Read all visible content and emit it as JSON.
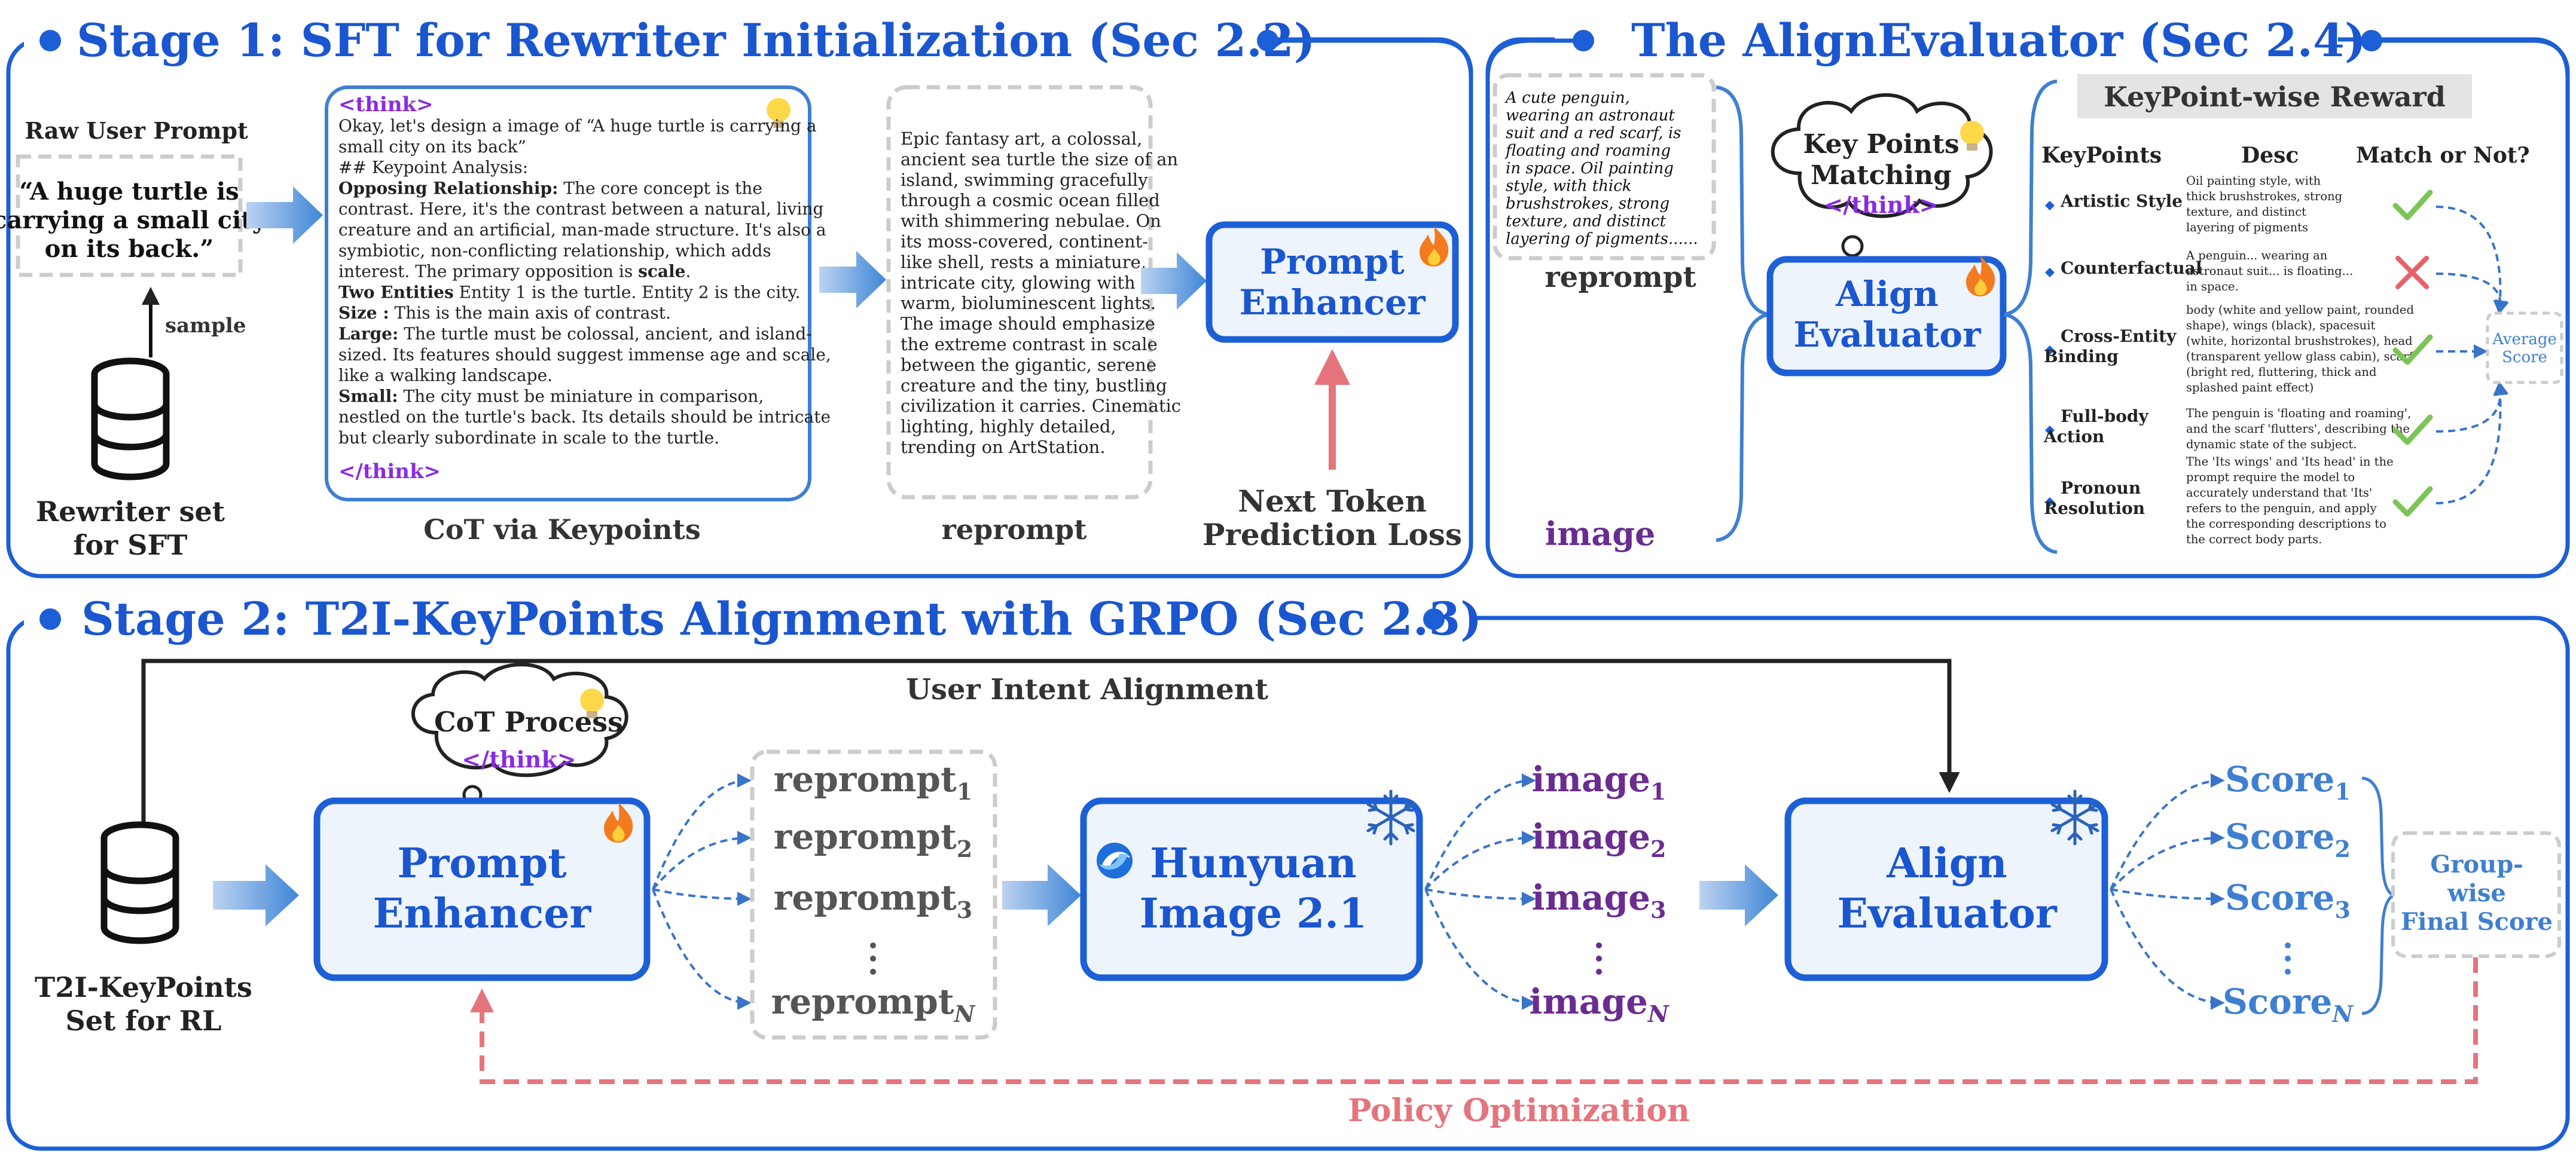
{
  "stage1": {
    "title": "Stage 1: SFT for Rewriter Initialization (Sec 2.2)",
    "raw_prompt_label": "Raw User Prompt",
    "raw_prompt_lines": [
      "“A huge turtle is",
      "carrying a small city",
      "on its back.”"
    ],
    "sample_label": "sample",
    "rewriter_set_lines": [
      "Rewriter set",
      "for  SFT"
    ],
    "cot_caption": "CoT via Keypoints",
    "cot_box": {
      "think_open": "<think>",
      "think_close": "</think>",
      "lines": [
        [
          {
            "t": "Okay, let's design a image of “A huge turtle is carrying a"
          }
        ],
        [
          {
            "t": "small city on its back”"
          }
        ],
        [
          {
            "t": "## Keypoint Analysis:"
          }
        ],
        [
          {
            "t": "Opposing Relationship:",
            "b": true
          },
          {
            "t": " The core concept is the"
          }
        ],
        [
          {
            "t": "contrast. Here, it's the contrast between a natural, living"
          }
        ],
        [
          {
            "t": "creature and an artificial, man-made structure. It's also a"
          }
        ],
        [
          {
            "t": "symbiotic, non-conflicting relationship, which adds"
          }
        ],
        [
          {
            "t": "interest. The primary opposition is "
          },
          {
            "t": "scale",
            "b": true
          },
          {
            "t": "."
          }
        ],
        [
          {
            "t": "Two Entities",
            "b": true
          },
          {
            "t": " Entity 1 is the turtle. Entity 2 is the city."
          }
        ],
        [
          {
            "t": "Size :",
            "b": true
          },
          {
            "t": " This is the main axis of contrast."
          }
        ],
        [
          {
            "t": "Large:",
            "b": true
          },
          {
            "t": " The turtle must be colossal, ancient, and island-"
          }
        ],
        [
          {
            "t": "sized. Its features should suggest immense age and scale,"
          }
        ],
        [
          {
            "t": "like a walking landscape."
          }
        ],
        [
          {
            "t": "Small:",
            "b": true
          },
          {
            "t": " The city must be miniature in comparison,"
          }
        ],
        [
          {
            "t": "nestled on the turtle's back. Its details should be intricate"
          }
        ],
        [
          {
            "t": "but clearly subordinate in scale to the turtle."
          }
        ]
      ]
    },
    "reprompt_lines": [
      "Epic fantasy art, a colossal,",
      "ancient sea turtle the size of an",
      "island, swimming gracefully",
      "through a cosmic ocean filled",
      "with shimmering nebulae. On",
      "its moss-covered, continent-",
      "like shell, rests a miniature,",
      "intricate city, glowing with",
      "warm, bioluminescent lights.",
      "The image should emphasize",
      "the extreme contrast in scale",
      "between the gigantic, serene",
      "creature and the tiny, bustling",
      "civilization it carries. Cinematic",
      "lighting, highly detailed,",
      "trending on ArtStation."
    ],
    "reprompt_caption": "reprompt",
    "enhancer_lines": [
      "Prompt",
      "Enhancer"
    ],
    "loss_lines": [
      "Next Token",
      "Prediction Loss"
    ]
  },
  "align_eval": {
    "title": "The AlignEvaluator (Sec 2.4)",
    "reprompt_lines": [
      "A cute penguin,",
      "wearing an astronaut",
      "suit and a red scarf, is",
      "floating and roaming",
      "in space. Oil painting",
      "style, with thick",
      "brushstrokes, strong",
      "texture, and distinct",
      "layering of pigments......"
    ],
    "reprompt_caption": "reprompt",
    "image_label": "image",
    "cloud_lines": [
      "Key Points",
      "Matching"
    ],
    "cloud_think": "</think>",
    "evaluator_lines": [
      "Align",
      "Evaluator"
    ],
    "reward_title": "KeyPoint-wise Reward",
    "col_keypoints": "KeyPoints",
    "col_desc": "Desc",
    "col_match": "Match or Not?",
    "rows": [
      {
        "kp": [
          "Artistic Style"
        ],
        "desc": [
          "Oil painting style, with",
          "thick brushstrokes, strong",
          "texture, and distinct",
          "layering of pigments"
        ],
        "match": true
      },
      {
        "kp": [
          "Counterfactual"
        ],
        "desc": [
          "A penguin... wearing an",
          "astronaut suit... is floating...",
          "in space."
        ],
        "match": false
      },
      {
        "kp": [
          "Cross-Entity",
          "Binding"
        ],
        "desc": [
          "body (white and yellow paint, rounded",
          "shape), wings (black), spacesuit",
          "(white, horizontal brushstrokes), head",
          "(transparent yellow glass cabin), scarf",
          "(bright red, fluttering, thick and",
          "splashed paint effect)"
        ],
        "match": true
      },
      {
        "kp": [
          "Full-body",
          "Action"
        ],
        "desc": [
          "The penguin is 'floating and roaming',",
          "and the scarf 'flutters', describing the",
          "dynamic state of the subject."
        ],
        "match": true
      },
      {
        "kp": [
          "Pronoun",
          "Resolution"
        ],
        "desc": [
          "The 'Its wings' and 'Its head' in the",
          "prompt require the model to",
          "accurately understand that 'Its'",
          "refers to the penguin, and apply",
          "the corresponding descriptions to",
          "the correct body parts."
        ],
        "match": true
      }
    ],
    "average_lines": [
      "Average",
      "Score"
    ]
  },
  "stage2": {
    "title": "Stage 2: T2I-KeyPoints Alignment with GRPO (Sec 2.3)",
    "intent_label": "User Intent Alignment",
    "set_lines": [
      "T2I-KeyPoints",
      "Set for RL"
    ],
    "cot_cloud_lines": [
      "CoT Process"
    ],
    "cot_cloud_think": "</think>",
    "enhancer_lines": [
      "Prompt",
      "Enhancer"
    ],
    "reprompt_word": "reprompt",
    "reprompt_subs": [
      "1",
      "2",
      "3",
      "N"
    ],
    "hunyuan_lines": [
      "Hunyuan",
      "Image 2.1"
    ],
    "image_word": "image",
    "image_subs": [
      "1",
      "2",
      "3",
      "N"
    ],
    "evaluator_lines": [
      "Align",
      "Evaluator"
    ],
    "score_word": "Score",
    "score_subs": [
      "1",
      "2",
      "3",
      "N"
    ],
    "group_lines": [
      "Group-",
      "wise",
      "Final Score"
    ],
    "policy_label": "Policy  Optimization"
  },
  "colors": {
    "panel_border": "#1c5fd6",
    "title": "#1a56cf",
    "box_fill": "#eef4fc",
    "think": "#8a2be2",
    "image_purple": "#6a2c91",
    "score_blue": "#3f7fd1",
    "loss_red": "#e5747c",
    "dashed_gray": "#c8c8c8",
    "check_green": "#7cc456",
    "cross_red": "#e8616a"
  }
}
